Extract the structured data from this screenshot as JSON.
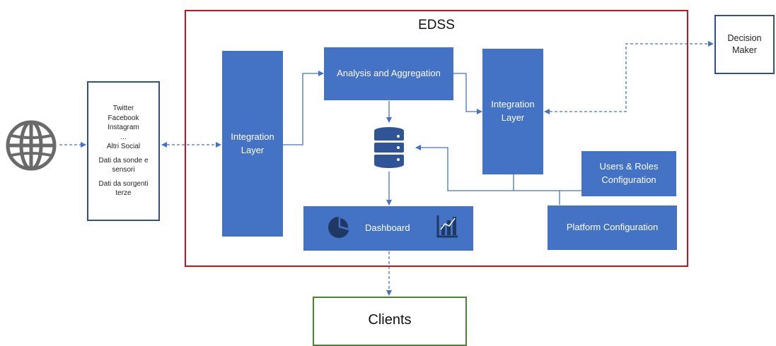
{
  "edss": {
    "title": "EDSS"
  },
  "sources": {
    "lines": [
      "Twitter",
      "Facebook",
      "Instagram",
      "...",
      "Altri Social"
    ],
    "probes": [
      "Dati da sonde e",
      "sensori"
    ],
    "third_party": [
      "Dati da sorgenti",
      "terze"
    ]
  },
  "integration_left": {
    "line1": "Integration",
    "line2": "Layer"
  },
  "analysis": {
    "label": "Analysis and Aggregation"
  },
  "integration_right": {
    "line1": "Integration",
    "line2": "Layer"
  },
  "users_roles": {
    "line1": "Users & Roles",
    "line2": "Configuration"
  },
  "platform": {
    "label": "Platform Configuration"
  },
  "dashboard": {
    "label": "Dashboard"
  },
  "decision_maker": {
    "line1": "Decision",
    "line2": "Maker"
  },
  "clients": {
    "label": "Clients"
  },
  "icons": [
    "globe-icon",
    "database-icon",
    "pie-chart-icon",
    "bar-chart-icon"
  ],
  "colors": {
    "block": "#4472c4",
    "edss_border": "#c0161c",
    "clients_border": "#4f7d3a",
    "connector": "#4472c4"
  }
}
